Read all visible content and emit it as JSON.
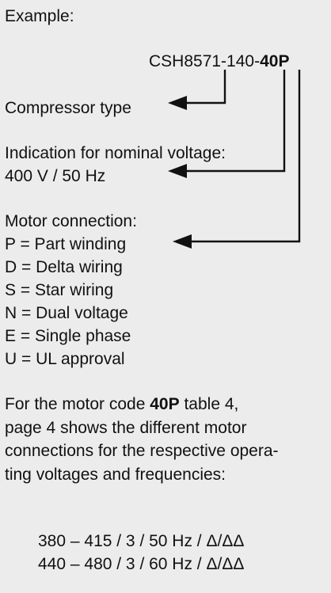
{
  "heading": "Example:",
  "code": {
    "prefix": "CSH8571-140-",
    "suffix": "40P"
  },
  "compressor_type_label": "Compressor type",
  "voltage": {
    "line1": "Indication for nominal voltage:",
    "line2": "400 V / 50 Hz"
  },
  "motor": {
    "title": "Motor connection:",
    "items": [
      "P = Part winding",
      "D = Delta wiring",
      "S = Star wiring",
      "N = Dual voltage",
      "E = Single phase",
      "U = UL approval"
    ]
  },
  "paragraph": {
    "part1": "For the motor code ",
    "code": "40P",
    "part2": " table 4,",
    "line2": "page 4 shows the different motor",
    "line3": "connections for the respective opera-",
    "line4": "ting voltages and frequencies:"
  },
  "voltages": [
    "380 – 415 / 3 / 50 Hz / Δ/ΔΔ",
    "440 – 480 / 3 / 60 Hz / Δ/ΔΔ"
  ],
  "colors": {
    "background": "#ececec",
    "text": "#111111"
  }
}
